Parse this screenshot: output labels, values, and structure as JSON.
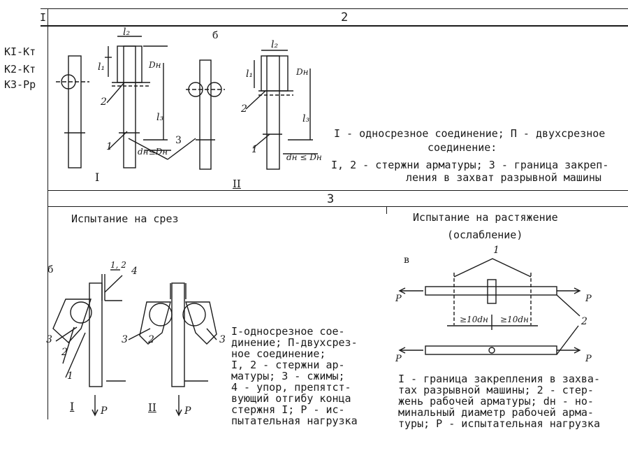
{
  "table": {
    "col1_header": "I",
    "col2_header": "2",
    "row_codes": [
      "КI-Кт",
      "К2-Кт",
      "К3-Рр"
    ],
    "section3_header": "3"
  },
  "fig_top": {
    "label_b": "б",
    "roman_1": "I",
    "roman_2": "II",
    "l2": "l₂",
    "l1": "l₁",
    "l3": "l₃",
    "dn": "Dн",
    "cond_a": "dн≤Dн",
    "cond_b": "dн ≤ Dн",
    "n1": "1",
    "n2": "2",
    "n3": "3",
    "legend_line1": "I - односрезное соединение; П - двухсрезное",
    "legend_line2": "соединение:",
    "legend_line3": "I, 2 - стержни арматуры; 3 - граница закреп-",
    "legend_line4": "ления в захват разрывной машины"
  },
  "shear": {
    "heading": "Испытание на срез",
    "label_b": "б",
    "roman_1": "I",
    "roman_2": "II",
    "load_p": "P",
    "n12": "1, 2",
    "n4": "4",
    "n3": "3",
    "n2": "2",
    "n1": "1",
    "legend_lines": [
      "I-односрезное сое-",
      "динение; П-двухсрез-",
      "ное соединение;",
      "I, 2 - стержни ар-",
      "матуры; 3 - сжимы;",
      "4 - упор, препятст-",
      "вующий отгибу конца",
      " стержня I; P - ис-",
      "пытательная нагрузка"
    ]
  },
  "tension": {
    "heading_line1": "Испытание на растяжение",
    "heading_line2": "(ослабление)",
    "label_v": "в",
    "n1": "1",
    "n2": "2",
    "p": "P",
    "dim_left": "≥10dн",
    "dim_right": "≥10dн",
    "legend_lines": [
      "I - граница закрепления в захва-",
      "тах разрывной машины; 2 - стер-",
      "жень рабочей арматуры; dн - но-",
      "минальный диаметр рабочей арма-",
      "туры; P - испытательная нагрузка"
    ]
  }
}
